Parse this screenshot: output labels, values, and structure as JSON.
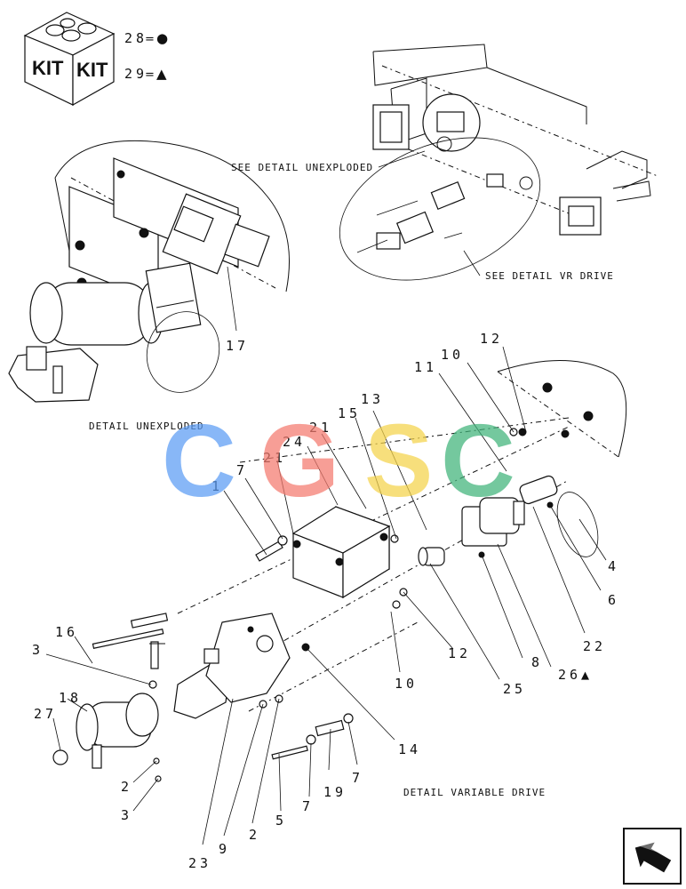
{
  "kit": {
    "box_label_left": "KIT",
    "box_label_right": "KIT",
    "legend": [
      {
        "number": "28",
        "symbol": "●"
      },
      {
        "number": "29",
        "symbol": "▲"
      }
    ]
  },
  "watermark": {
    "letters": [
      "C",
      "G",
      "S",
      "C"
    ],
    "colors": [
      "#5b9cf5",
      "#f47a6e",
      "#f5d34a",
      "#3fb37a"
    ]
  },
  "callouts": {
    "see_detail_unexploded": "SEE DETAIL UNEXPLODED",
    "see_detail_vr_drive": "SEE DETAIL VR DRIVE",
    "detail_unexploded": "DETAIL UNEXPLODED",
    "detail_variable_drive": "DETAIL VARIABLE DRIVE"
  },
  "part_numbers": {
    "n17": "17",
    "n12a": "12",
    "n10a": "10",
    "n11": "11",
    "n13": "13",
    "n15": "15",
    "n21a": "21",
    "n24": "24",
    "n21b": "21",
    "n7a": "7",
    "n1": "1",
    "n4": "4",
    "n6": "6",
    "n22": "22",
    "n26": "26▲",
    "n8": "8",
    "n25": "25",
    "n12b": "12",
    "n10b": "10",
    "n14": "14",
    "n16": "16",
    "n3a": "3",
    "n18": "18",
    "n27": "27",
    "n2a": "2",
    "n3b": "3",
    "n23": "23",
    "n9": "9",
    "n2b": "2",
    "n5": "5",
    "n7b": "7",
    "n19": "19",
    "n7c": "7"
  },
  "nav": {
    "icon": "arrow-icon"
  }
}
